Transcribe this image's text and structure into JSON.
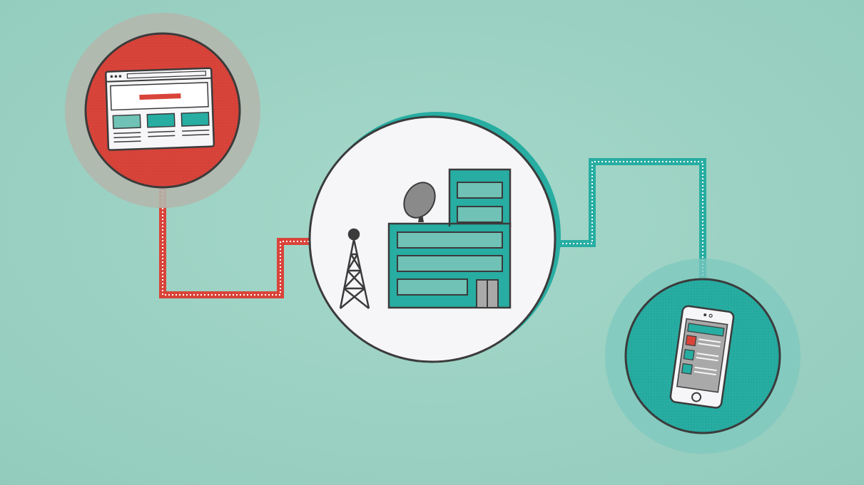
{
  "colors": {
    "background": "#97cfc0",
    "background_light": "#a3d7c9",
    "red": "#d9443a",
    "red_dark": "#c0392f",
    "teal": "#27ada2",
    "teal_dark": "#1f8f86",
    "halo_gray": "#b3b7ad",
    "halo_teal": "#7ec8bf",
    "outline": "#3b3b3b",
    "white": "#f6f6f9",
    "gray": "#8a8a8a"
  },
  "nodes": [
    {
      "id": "web-browser",
      "icon": "browser-window-icon",
      "fill": "red"
    },
    {
      "id": "data-center",
      "icon": "office-building-icon",
      "fill": "white"
    },
    {
      "id": "mobile-phone",
      "icon": "smartphone-icon",
      "fill": "teal"
    }
  ],
  "connections": [
    {
      "from": "web-browser",
      "to": "data-center",
      "color": "red"
    },
    {
      "from": "data-center",
      "to": "mobile-phone",
      "color": "teal"
    }
  ]
}
